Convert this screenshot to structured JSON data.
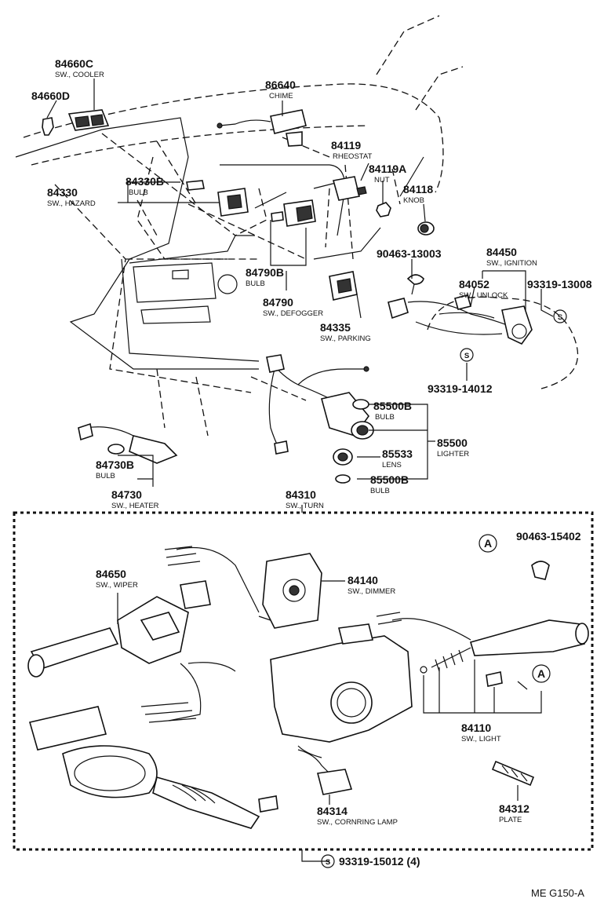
{
  "labels": {
    "l84660C": {
      "pn": "84660C",
      "desc": "SW., COOLER"
    },
    "l84660D": {
      "pn": "84660D",
      "desc": ""
    },
    "l86640": {
      "pn": "86640",
      "desc": "CHIME"
    },
    "l84119": {
      "pn": "84119",
      "desc": "RHEOSTAT"
    },
    "l84119A": {
      "pn": "84119A",
      "desc": "NUT"
    },
    "l84118": {
      "pn": "84118",
      "desc": "KNOB"
    },
    "l84330B": {
      "pn": "84330B",
      "desc": "BULB"
    },
    "l84330": {
      "pn": "84330",
      "desc": "SW., HAZARD"
    },
    "l90463_13003": {
      "pn": "90463-13003",
      "desc": ""
    },
    "l84450": {
      "pn": "84450",
      "desc": "SW., IGNITION"
    },
    "l84052": {
      "pn": "84052",
      "desc": "SW., UNLOCK"
    },
    "l93319_13008": {
      "pn": "93319-13008",
      "desc": ""
    },
    "l84790B": {
      "pn": "84790B",
      "desc": "BULB"
    },
    "l84790": {
      "pn": "84790",
      "desc": "SW., DEFOGGER"
    },
    "l84335": {
      "pn": "84335",
      "desc": "SW., PARKING"
    },
    "l93319_14012": {
      "pn": "93319-14012",
      "desc": ""
    },
    "l85500B_a": {
      "pn": "85500B",
      "desc": "BULB"
    },
    "l85500": {
      "pn": "85500",
      "desc": "LIGHTER"
    },
    "l85533": {
      "pn": "85533",
      "desc": "LENS"
    },
    "l85500B_b": {
      "pn": "85500B",
      "desc": "BULB"
    },
    "l84730B": {
      "pn": "84730B",
      "desc": "BULB"
    },
    "l84730": {
      "pn": "84730",
      "desc": "SW., HEATER"
    },
    "l84310": {
      "pn": "84310",
      "desc": "SW., TURN"
    },
    "l90463_15402": {
      "pn": "90463-15402",
      "desc": ""
    },
    "l84650": {
      "pn": "84650",
      "desc": "SW., WIPER"
    },
    "l84140": {
      "pn": "84140",
      "desc": "SW., DIMMER"
    },
    "l84110": {
      "pn": "84110",
      "desc": "SW., LIGHT"
    },
    "l84314": {
      "pn": "84314",
      "desc": "SW., CORNRING LAMP"
    },
    "l84312": {
      "pn": "84312",
      "desc": "PLATE"
    },
    "l93319_15012": {
      "pn": "93319-15012 (4)",
      "desc": ""
    }
  },
  "markers": {
    "circle_a": "A",
    "circle_s": "S"
  },
  "footer": {
    "code": "ME G150-A"
  }
}
